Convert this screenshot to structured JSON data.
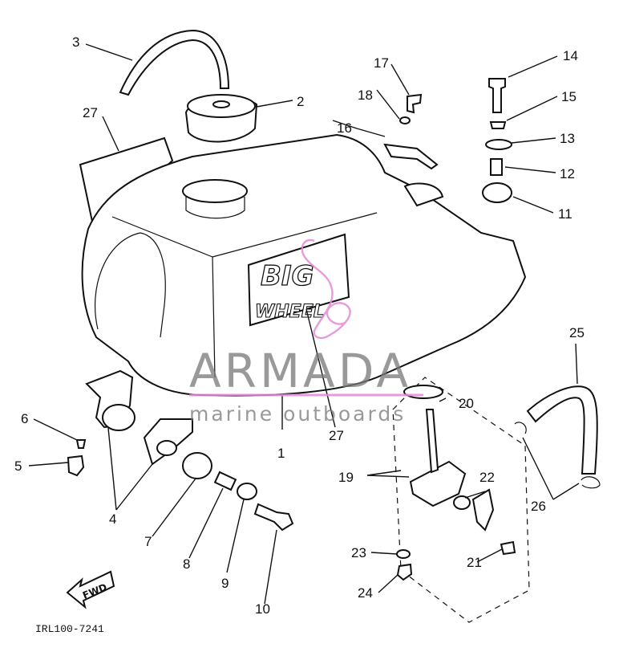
{
  "diagram": {
    "callouts": [
      "1",
      "2",
      "3",
      "4",
      "5",
      "6",
      "7",
      "8",
      "9",
      "10",
      "11",
      "12",
      "13",
      "14",
      "15",
      "16",
      "17",
      "18",
      "19",
      "20",
      "21",
      "22",
      "23",
      "24",
      "25",
      "26",
      "27",
      "27"
    ],
    "decal_line1": "BIG",
    "decal_line2": "WHEEL",
    "fwd_label": "FWD",
    "reference_code": "IRL100-7241"
  },
  "watermark": {
    "title": "ARMADA",
    "subtitle": "marine outboards",
    "color": "#e48ad4"
  }
}
